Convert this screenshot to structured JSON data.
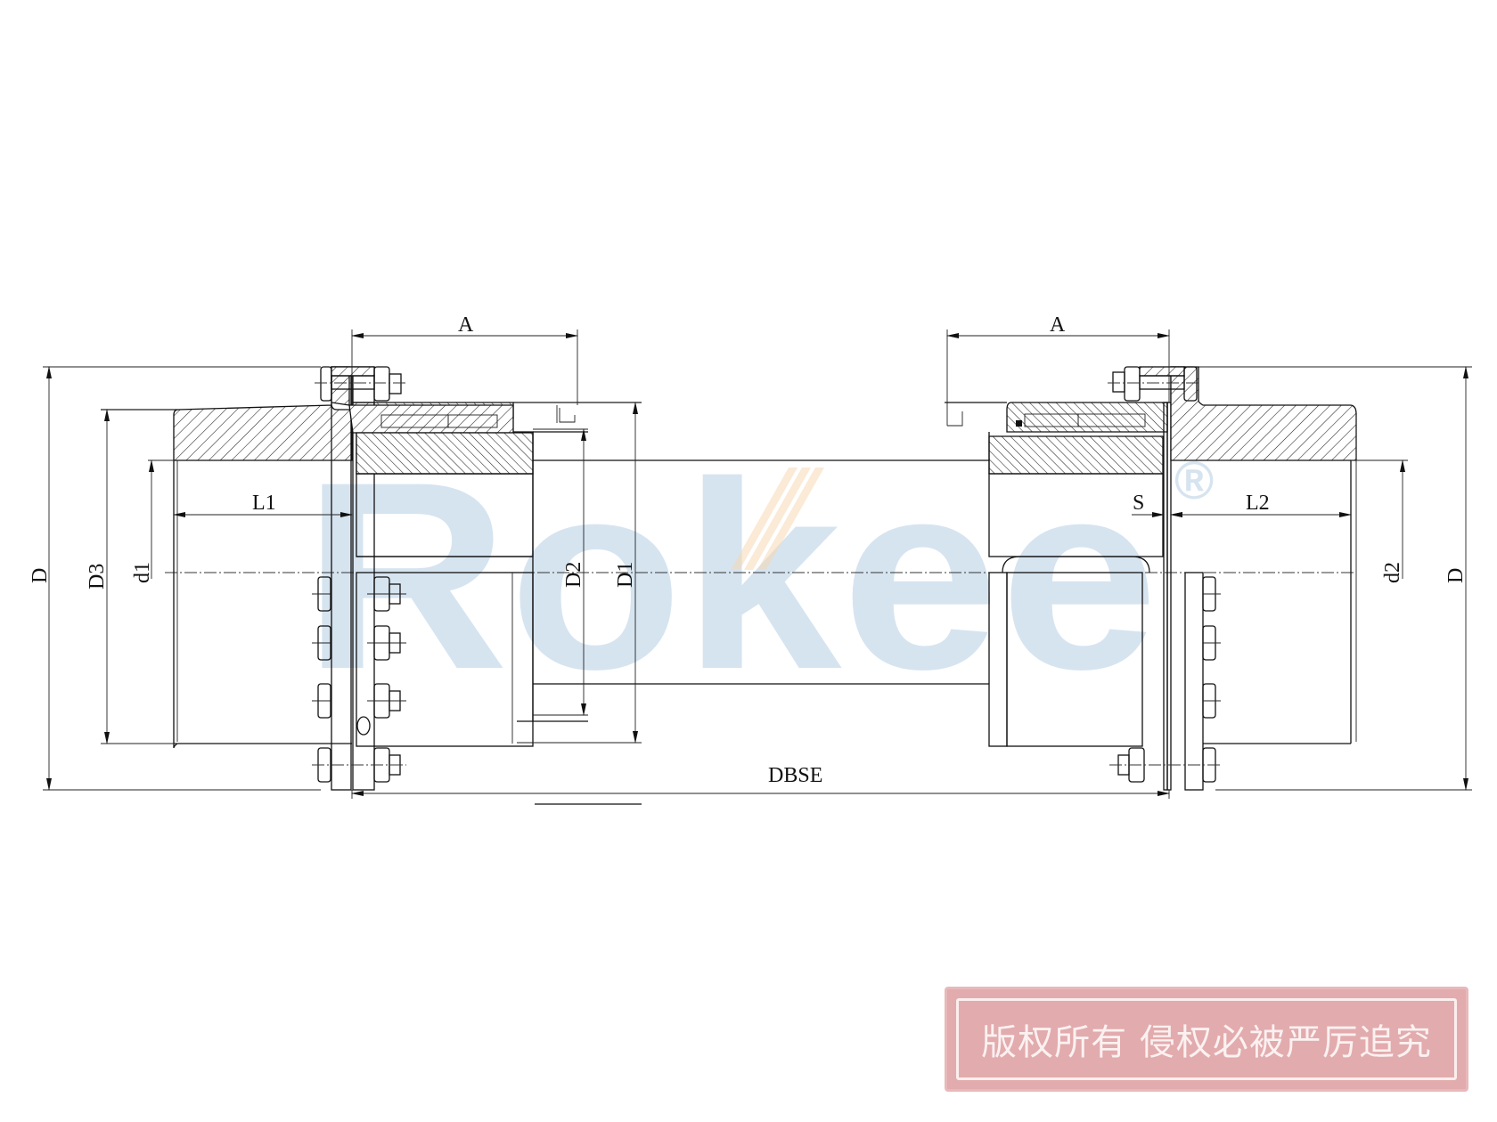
{
  "drawing": {
    "type": "technical-drawing",
    "subject": "drum gear coupling with spacer shaft (cross-section half view)",
    "dimension_labels": {
      "A_left": "A",
      "A_right": "A",
      "D_left": "D",
      "D3": "D3",
      "d1": "d1",
      "L1": "L1",
      "D2": "D2",
      "D1": "D1",
      "S": "S",
      "L2": "L2",
      "d2": "d2",
      "D_right": "D",
      "DBSE": "DBSE"
    },
    "line_color": "#111111",
    "hatch_color": "#111111"
  },
  "watermark": {
    "logo_text": "Rokee",
    "registered_mark": "®",
    "color": "#c9dcec",
    "accent_color": "#f6d9b5"
  },
  "stamp": {
    "text": "版权所有 侵权必被严厉追究",
    "background": "#e2abad",
    "text_color": "#fbf1f1"
  }
}
